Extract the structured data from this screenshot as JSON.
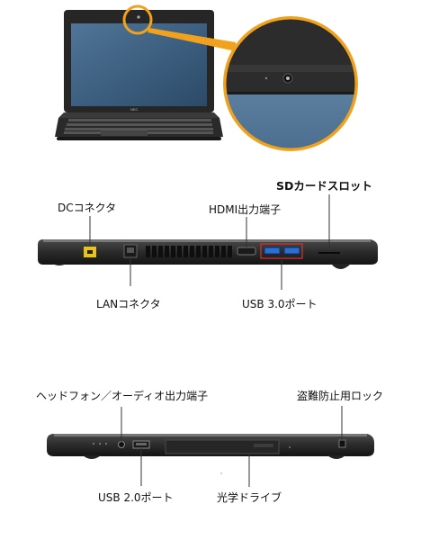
{
  "labels": {
    "dc_connector": "DCコネクタ",
    "hdmi_out": "HDMI出力端子",
    "sd_slot": "SDカードスロット",
    "lan_connector": "LANコネクタ",
    "usb3_ports": "USB 3.0ポート",
    "headphone_jack": "ヘッドフォン／オーディオ出力端子",
    "security_lock": "盗難防止用ロック",
    "usb2_port": "USB 2.0ポート",
    "optical_drive": "光学ドライブ"
  },
  "logo_text": "NEC",
  "colors": {
    "callout_orange": "#f0a21e",
    "highlight_red": "#d8342c",
    "dc_yellow": "#e8c21a",
    "usb3_blue": "#2a6fd6"
  }
}
